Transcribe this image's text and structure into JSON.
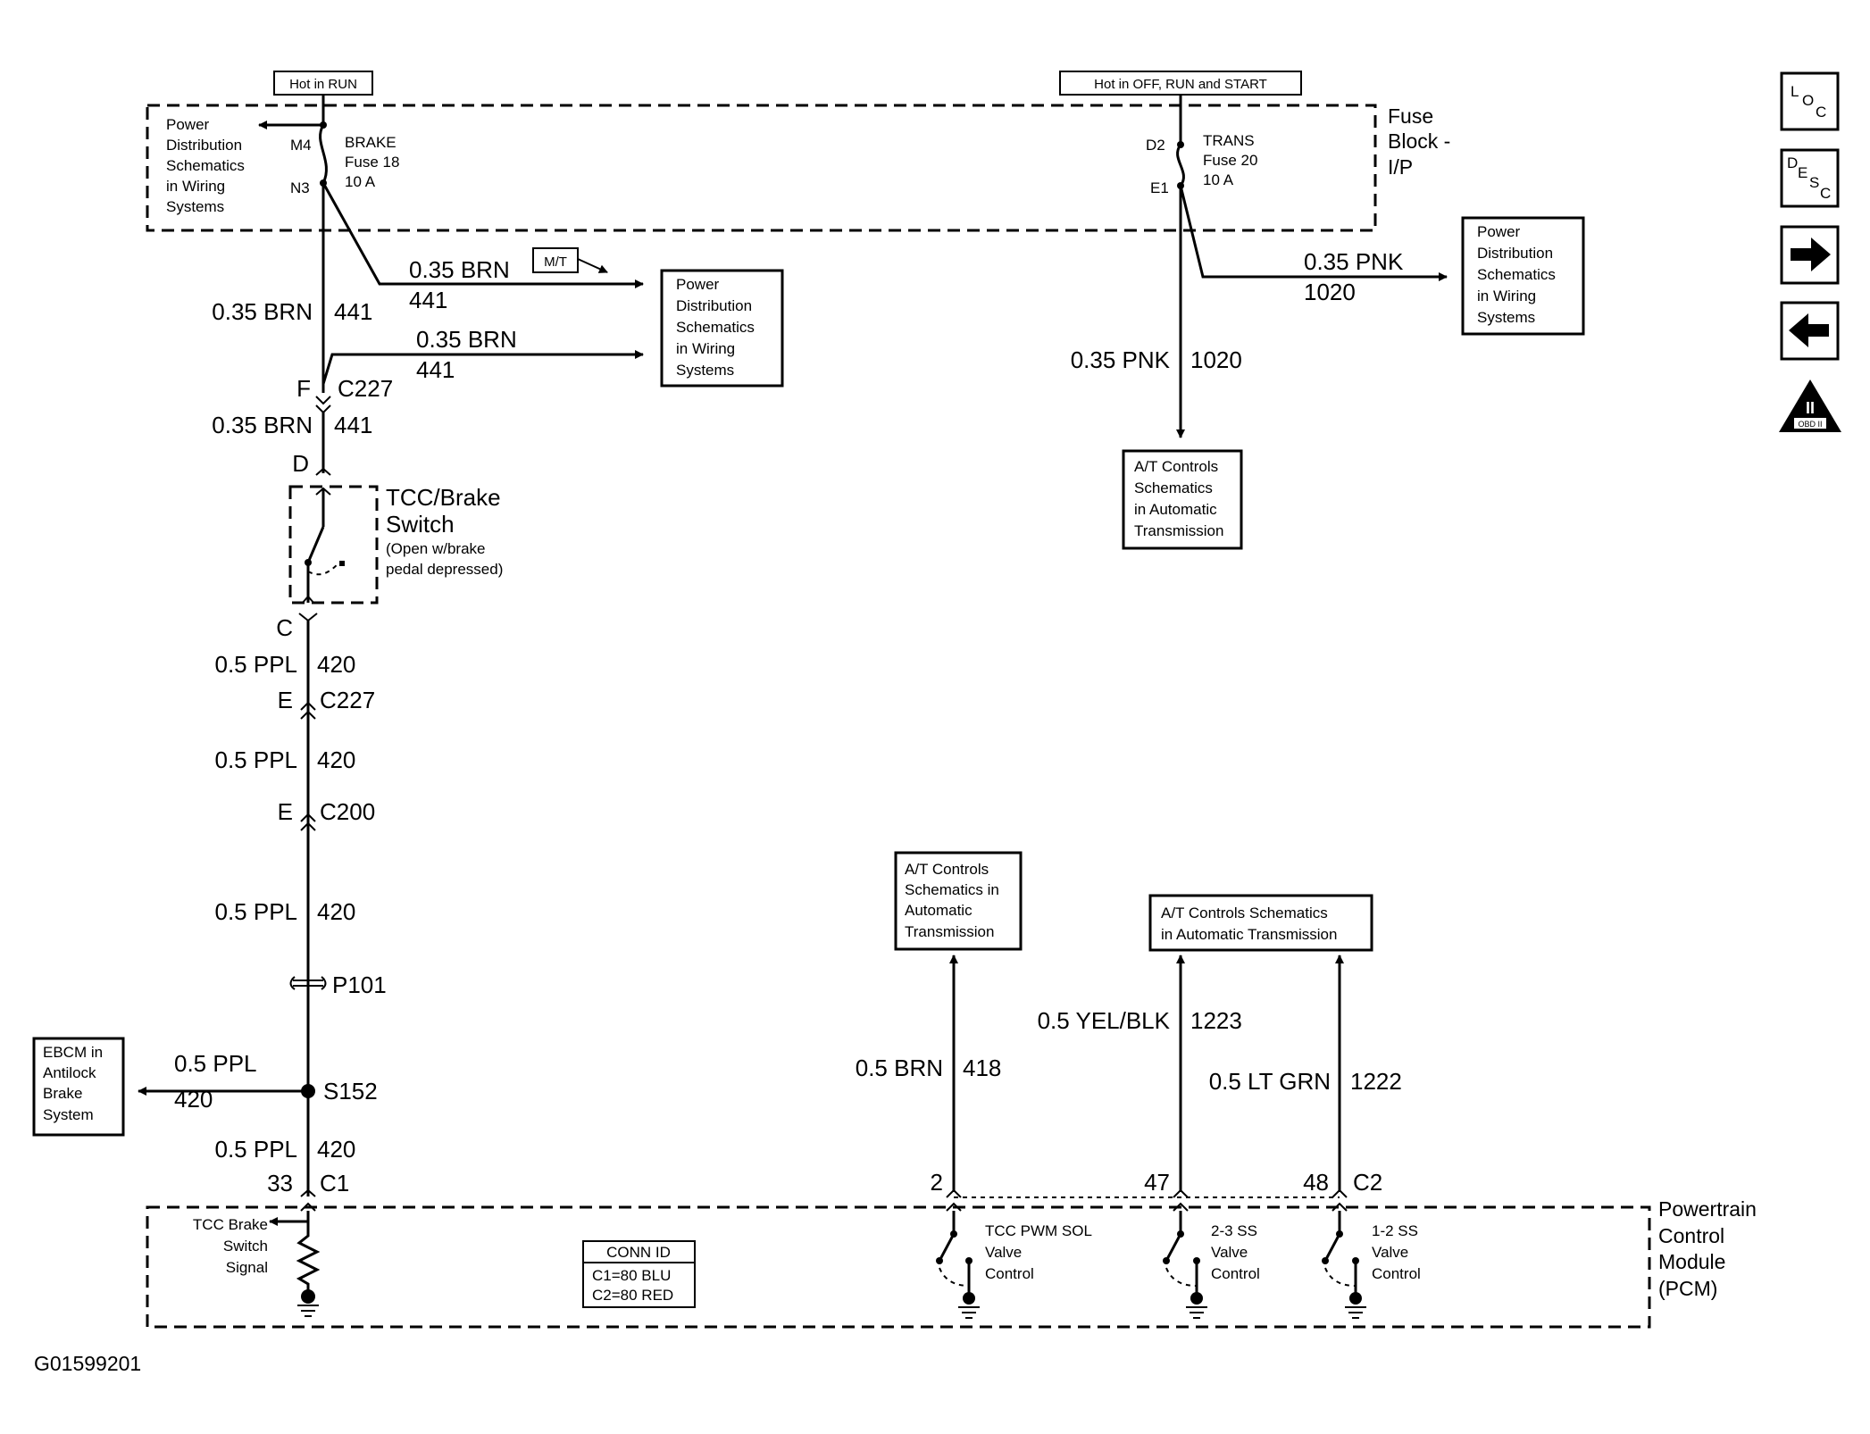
{
  "power_labels": {
    "hot_in_run": "Hot in RUN",
    "hot_in_off_run_start": "Hot in OFF, RUN and START"
  },
  "fuse_block": {
    "title_lines": [
      "Fuse",
      "Block -",
      "I/P"
    ],
    "left_ref_lines": [
      "Power",
      "Distribution",
      "Schematics",
      "in Wiring",
      "Systems"
    ],
    "fuse18": {
      "terminal_in": "M4",
      "terminal_out": "N3",
      "lines": [
        "BRAKE",
        "Fuse 18",
        "10 A"
      ]
    },
    "fuse20": {
      "terminal_in": "D2",
      "terminal_out": "E1",
      "lines": [
        "TRANS",
        "Fuse 20",
        "10 A"
      ]
    }
  },
  "left_circuit": {
    "branch_mt": {
      "wire": "0.35 BRN",
      "circuit": "441",
      "tag": "M/T"
    },
    "branch2": {
      "wire": "0.35 BRN",
      "circuit": "441"
    },
    "ref_box_lines": [
      "Power",
      "Distribution",
      "Schematics",
      "in Wiring",
      "Systems"
    ],
    "main_wire_1": {
      "wire": "0.35 BRN",
      "circuit": "441"
    },
    "c227_top": {
      "pin": "F",
      "connector": "C227"
    },
    "main_wire_2": {
      "wire": "0.35 BRN",
      "circuit": "441"
    },
    "switch_pin_top": "D",
    "switch": {
      "title_lines": [
        "TCC/Brake",
        "Switch"
      ],
      "note_lines": [
        "(Open w/brake",
        "pedal depressed)"
      ]
    },
    "switch_pin_bottom": "C",
    "wire_a": {
      "wire": "0.5 PPL",
      "circuit": "420"
    },
    "c227_bottom": {
      "pin": "E",
      "connector": "C227"
    },
    "wire_b": {
      "wire": "0.5 PPL",
      "circuit": "420"
    },
    "c200": {
      "pin": "E",
      "connector": "C200"
    },
    "wire_c": {
      "wire": "0.5 PPL",
      "circuit": "420"
    },
    "p101": "P101",
    "splice": "S152",
    "ebcm_branch": {
      "wire": "0.5 PPL",
      "circuit": "420"
    },
    "ebcm_box_lines": [
      "EBCM in",
      "Antilock",
      "Brake",
      "System"
    ],
    "wire_d": {
      "wire": "0.5 PPL",
      "circuit": "420"
    },
    "pcm_pin": "33",
    "pcm_connector": "C1"
  },
  "right_circuit": {
    "branch": {
      "wire": "0.35 PNK",
      "circuit": "1020"
    },
    "ref_box_lines": [
      "Power",
      "Distribution",
      "Schematics",
      "in Wiring",
      "Systems"
    ],
    "down_wire": {
      "wire": "0.35 PNK",
      "circuit": "1020"
    },
    "at_box_lines": [
      "A/T Controls",
      "Schematics",
      "in Automatic",
      "Transmission"
    ]
  },
  "pcm_outputs": {
    "box1_lines": [
      "A/T Controls",
      "Schematics in",
      "Automatic",
      "Transmission"
    ],
    "box2_lines": [
      "A/T Controls Schematics",
      "in Automatic Transmission"
    ],
    "wire_418": {
      "wire": "0.5 BRN",
      "circuit": "418",
      "pin": "2"
    },
    "wire_1223": {
      "wire": "0.5 YEL/BLK",
      "circuit": "1223",
      "pin": "47"
    },
    "wire_1222": {
      "wire": "0.5 LT GRN",
      "circuit": "1222",
      "pin": "48"
    },
    "connector": "C2"
  },
  "pcm": {
    "title_lines": [
      "Powertrain",
      "Control",
      "Module",
      "(PCM)"
    ],
    "input_label_lines": [
      "TCC Brake",
      "Switch",
      "Signal"
    ],
    "conn_id": {
      "title": "CONN ID",
      "lines": [
        "C1=80 BLU",
        "C2=80 RED"
      ]
    },
    "out1_lines": [
      "TCC PWM SOL",
      "Valve",
      "Control"
    ],
    "out2_lines": [
      "2-3 SS",
      "Valve",
      "Control"
    ],
    "out3_lines": [
      "1-2 SS",
      "Valve",
      "Control"
    ]
  },
  "nav": {
    "loc": [
      "L",
      "O",
      "C"
    ],
    "desc": [
      "D",
      "E",
      "S",
      "C"
    ],
    "obd_label": "OBD II",
    "obd_roman": "II"
  },
  "figure_id": "G01599201"
}
